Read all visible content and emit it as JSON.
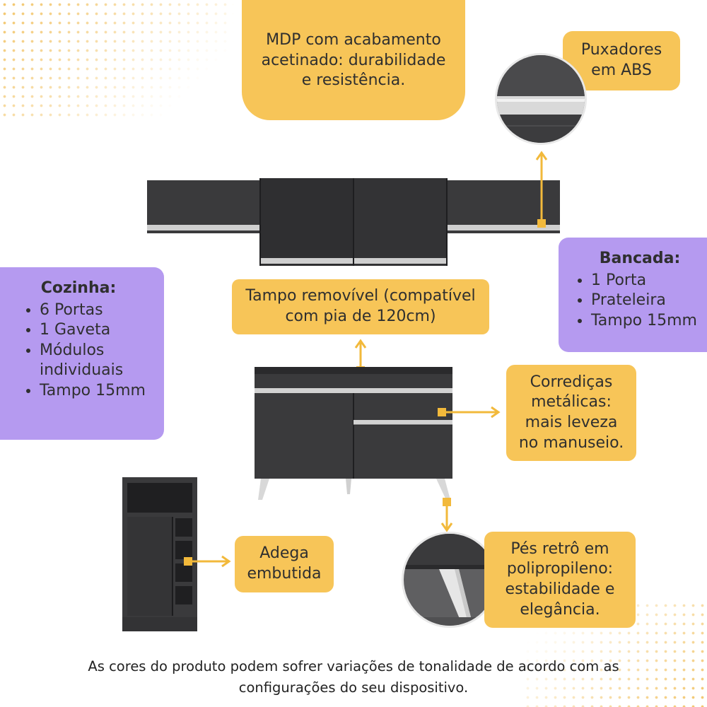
{
  "callouts": {
    "mdp": [
      "MDP com acabamento",
      "acetinado: durabilidade",
      "e resistência."
    ],
    "puxadores": [
      "Puxadores",
      "em ABS"
    ],
    "tampo": [
      "Tampo removível (compatível",
      "com pia de 120cm)"
    ],
    "corredicas": [
      "Corrediças",
      "metálicas:",
      "mais leveza",
      "no manuseio."
    ],
    "adega": [
      "Adega",
      "embutida"
    ],
    "pes": [
      "Pés retrô em",
      "polipropileno:",
      "estabilidade e",
      "elegância."
    ]
  },
  "cozinha": {
    "title": "Cozinha:",
    "items": [
      "6 Portas",
      "1 Gaveta",
      "Módulos",
      "individuais",
      "Tampo 15mm"
    ]
  },
  "bancada": {
    "title": "Bancada:",
    "items": [
      "1 Porta",
      "Prateleira",
      "Tampo 15mm"
    ]
  },
  "footer": [
    "As cores do produto podem sofrer variações de tonalidade de acordo com as",
    "configurações do seu dispositivo."
  ],
  "colors": {
    "yellow": "#f7c558",
    "purple": "#b59af0",
    "furniture": "#3a3a3c",
    "handle": "#d8d8d8"
  },
  "images": [
    "handle-closeup-circle",
    "leg-closeup-circle",
    "wall-cabinet",
    "sink-cabinet",
    "wine-cabinet"
  ]
}
